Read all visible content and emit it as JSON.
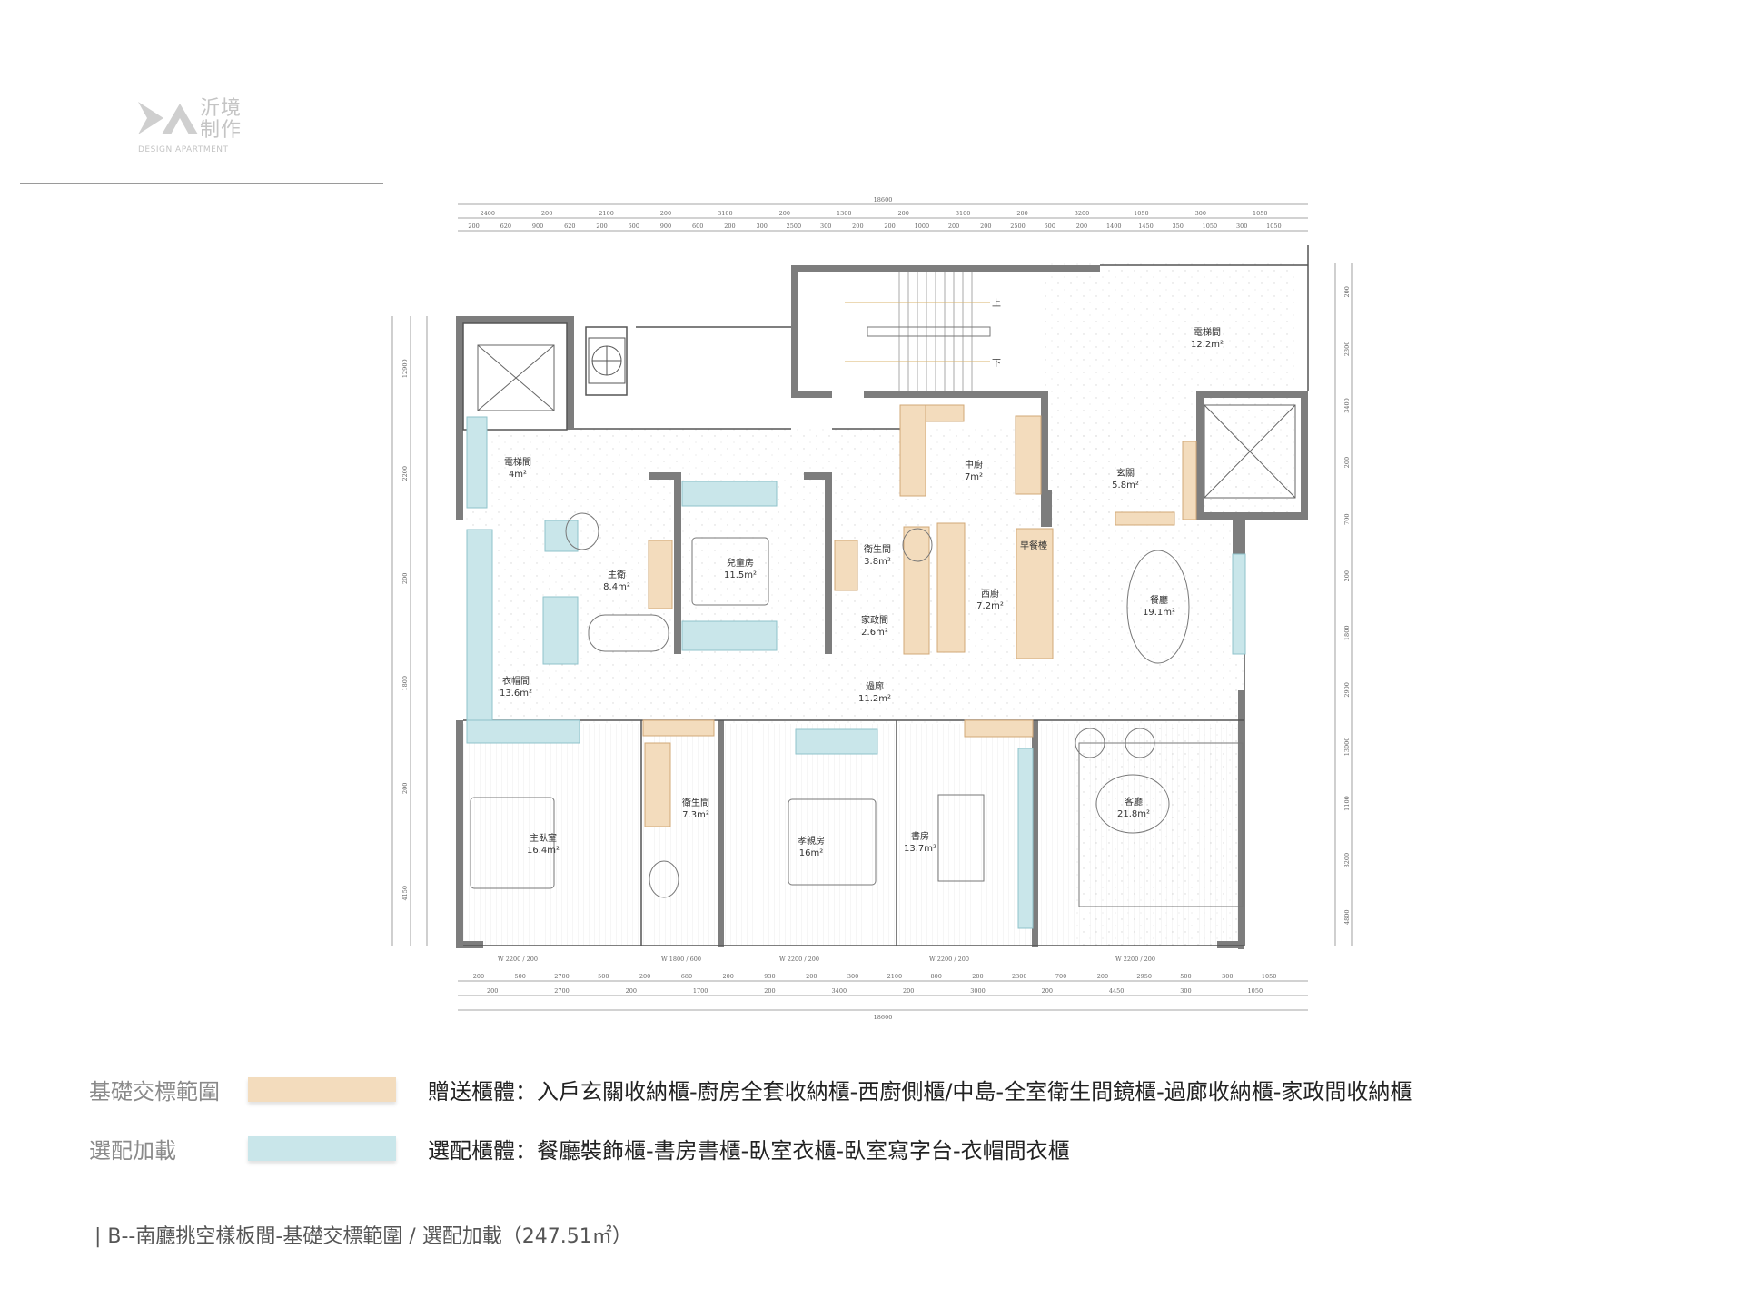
{
  "logo": {
    "cn_line1": "沂境",
    "cn_line2": "制作",
    "en": "DESIGN APARTMENT"
  },
  "colors": {
    "base_cabinet": "#f3dcbd",
    "optional_cabinet": "#c9e6ea",
    "wall": "#7d7d7d",
    "floor_dots": "#dcdcdc"
  },
  "rooms": [
    {
      "name": "電梯間",
      "area": "4m²"
    },
    {
      "name": "主衛",
      "area": "8.4m²"
    },
    {
      "name": "兒童房",
      "area": "11.5m²"
    },
    {
      "name": "衛生間",
      "area": "3.8m²"
    },
    {
      "name": "家政間",
      "area": "2.6m²"
    },
    {
      "name": "中廚",
      "area": "7m²"
    },
    {
      "name": "西廚",
      "area": "7.2m²"
    },
    {
      "name": "早餐檯",
      "area": ""
    },
    {
      "name": "玄關",
      "area": "5.8m²"
    },
    {
      "name": "電梯間",
      "area": "12.2m²"
    },
    {
      "name": "餐廳",
      "area": "19.1m²"
    },
    {
      "name": "衣帽間",
      "area": "13.6m²"
    },
    {
      "name": "過廊",
      "area": "11.2m²"
    },
    {
      "name": "主臥室",
      "area": "16.4m²"
    },
    {
      "name": "衛生間",
      "area": "7.3m²"
    },
    {
      "name": "孝親房",
      "area": "16m²"
    },
    {
      "name": "書房",
      "area": "13.7m²"
    },
    {
      "name": "客廳",
      "area": "21.8m²"
    }
  ],
  "stairs": {
    "up": "上",
    "down": "下"
  },
  "dimensions": {
    "total_width": "18600",
    "top_row1": [
      "2400",
      "200",
      "2100",
      "200",
      "3100",
      "200",
      "1300",
      "200",
      "3100",
      "200",
      "3200",
      "1050",
      "300",
      "1050"
    ],
    "top_row2": [
      "200",
      "620",
      "900",
      "620",
      "200",
      "600",
      "900",
      "600",
      "200",
      "300",
      "2500",
      "300",
      "200",
      "200",
      "1000",
      "200",
      "200",
      "2500",
      "600",
      "200",
      "1400",
      "1450",
      "350",
      "1050",
      "300",
      "1050"
    ],
    "bottom_row1": [
      "200",
      "500",
      "2700",
      "500",
      "200",
      "680",
      "200",
      "930",
      "200",
      "300",
      "2100",
      "800",
      "200",
      "2300",
      "700",
      "200",
      "2950",
      "500",
      "300",
      "1050"
    ],
    "bottom_row2": [
      "200",
      "2700",
      "200",
      "1700",
      "200",
      "3400",
      "200",
      "3000",
      "200",
      "4450",
      "300",
      "1050"
    ],
    "windows": [
      "W 2200 / 200",
      "W 1800 / 600",
      "W 2200 / 200",
      "W 2200 / 200",
      "W 2200 / 200"
    ],
    "left": [
      "12900",
      "2200",
      "200",
      "1800",
      "200",
      "4150"
    ],
    "right": [
      "200",
      "2300",
      "3400",
      "200",
      "700",
      "200",
      "1800",
      "2900",
      "13000",
      "1100",
      "8200",
      "4800"
    ]
  },
  "legend": [
    {
      "label": "基礎交標範圍",
      "text": "贈送櫃體：入戶玄關收納櫃-廚房全套收納櫃-西廚側櫃/中島-全室衛生間鏡櫃-過廊收納櫃-家政間收納櫃"
    },
    {
      "label": "選配加載",
      "text": "選配櫃體：餐廳裝飾櫃-書房書櫃-臥室衣櫃-臥室寫字台-衣帽間衣櫃"
    }
  ],
  "footer": "| B--南廳挑空樣板間-基礎交標範圍 / 選配加載（247.51㎡）"
}
